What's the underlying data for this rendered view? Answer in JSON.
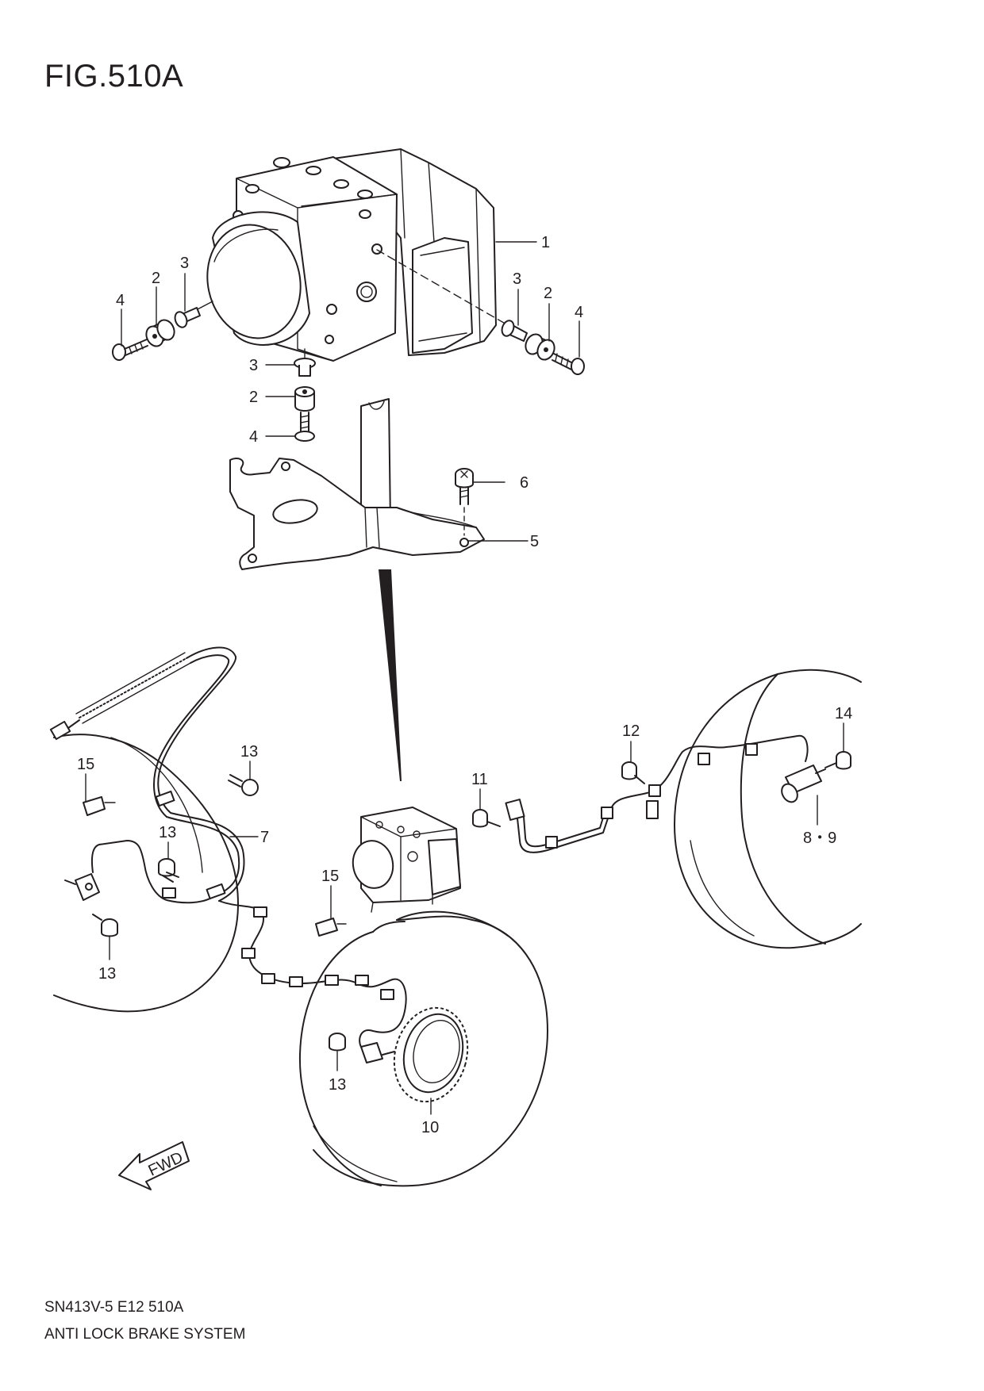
{
  "figure": {
    "title": "FIG.510A",
    "code": "SN413V-5 E12 510A",
    "name": "ANTI LOCK BRAKE SYSTEM",
    "direction_label": "FWD"
  },
  "callouts": {
    "c1": "1",
    "c2a": "2",
    "c2b": "2",
    "c2c": "2",
    "c3a": "3",
    "c3b": "3",
    "c3c": "3",
    "c4a": "4",
    "c4b": "4",
    "c4c": "4",
    "c5": "5",
    "c6": "6",
    "c7": "7",
    "c89": "8・9",
    "c10": "10",
    "c11": "11",
    "c12": "12",
    "c13a": "13",
    "c13b": "13",
    "c13c": "13",
    "c13d": "13",
    "c14": "14",
    "c15a": "15",
    "c15b": "15"
  },
  "colors": {
    "ink": "#231f20",
    "paper": "#ffffff"
  }
}
